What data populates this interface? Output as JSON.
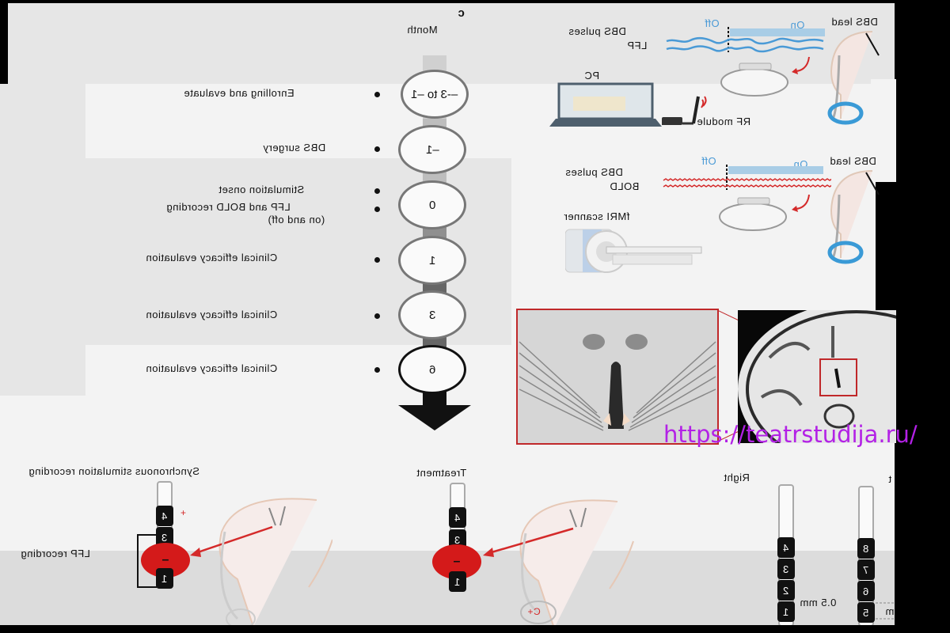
{
  "figure": {
    "panel_letter": "c",
    "timeline": {
      "axis_label": "Month",
      "steps": [
        {
          "month": "–-3 to –1",
          "events": [
            "Enrolling and evaluate"
          ]
        },
        {
          "month": "–1",
          "events": [
            "DBS surgery"
          ]
        },
        {
          "month": "0",
          "events": [
            "Stimulation onset",
            "LFP and BOLD recording",
            "(on and off)"
          ]
        },
        {
          "month": "1",
          "events": [
            "Clinical efficacy evaluation"
          ]
        },
        {
          "month": "3",
          "events": [
            "Clinical efficacy evaluation"
          ]
        },
        {
          "month": "6",
          "events": [
            "Clinical efficacy evaluation"
          ]
        }
      ]
    },
    "lfp_panel": {
      "pulses_label": "DBS pulses",
      "signal_label": "LFP",
      "off_label": "Off",
      "on_label": "On",
      "lead_label": "DBS lead",
      "pc_label": "PC",
      "rf_label": "RF module"
    },
    "fmri_panel": {
      "pulses_label": "DBS pulses",
      "signal_label": "BOLD",
      "off_label": "Off",
      "on_label": "On",
      "lead_label": "DBS lead",
      "scanner_label": "fMRI scanner"
    },
    "modes": {
      "sync_title": "Synchronous stimulation recording",
      "sync_contacts": [
        "4",
        "3",
        "–",
        "1"
      ],
      "sync_plus": "+",
      "lfp_recording_label": "LFP recording",
      "treatment_title": "Treatment",
      "treatment_contacts": [
        "4",
        "3",
        "–",
        "1"
      ],
      "case_label": "C+"
    },
    "leads": {
      "right_label": "Right",
      "left_label_partial": "t",
      "right_contacts": [
        "4",
        "3",
        "2",
        "1"
      ],
      "left_contacts": [
        "8",
        "7",
        "6",
        "5"
      ],
      "spacing_label": "0.5 mm",
      "size_label_partial": "m"
    },
    "colors": {
      "lfp_wave": "#4a9ad6",
      "bold_wave": "#d42a2a",
      "highlight_red": "#d41a1a",
      "watermark": "#b321e6"
    }
  },
  "watermark": "https://teatrstudija.ru/"
}
